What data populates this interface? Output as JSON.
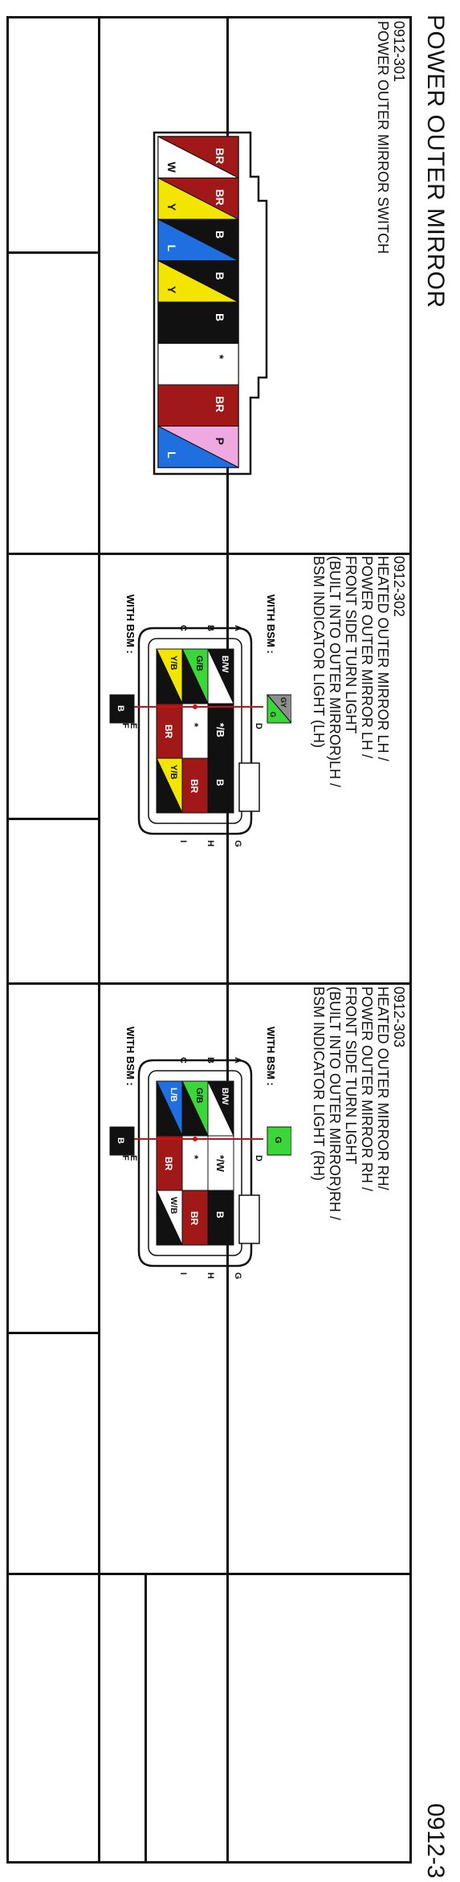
{
  "title": "POWER OUTER MIRROR",
  "page_number": "0912-3",
  "connectors": [
    {
      "code": "0912-301",
      "lines": [
        "POWER OUTER MIRROR SWITCH"
      ],
      "pins": [
        {
          "top": "BR",
          "bottom": "W"
        },
        {
          "top": "BR",
          "bottom": "Y"
        },
        {
          "top": "B",
          "bottom": "L"
        },
        {
          "top": "B",
          "bottom": "Y"
        },
        {
          "top": "B",
          "bottom": ""
        },
        {
          "top": "*",
          "bottom": ""
        },
        {
          "top": "BR",
          "bottom": ""
        },
        {
          "top": "P",
          "bottom": "L"
        }
      ]
    },
    {
      "code": "0912-302",
      "lines": [
        "HEATED OUTER MIRROR LH /",
        "POWER OUTER MIRROR LH /",
        "FRONT SIDE TURN LIGHT",
        "(BUILT INTO OUTER MIRROR)LH /",
        "BSM INDICATOR LIGHT (LH)"
      ],
      "with_bsm": "WITH BSM :",
      "bsm_top_wire": "GY",
      "bsm_top_wire2": "G",
      "bsm_bottom_wire": "B",
      "pin_letters": [
        "A",
        "B",
        "C",
        "D",
        "E",
        "F",
        "G",
        "H",
        "I"
      ],
      "grid": [
        [
          "B/W",
          "*/B",
          "B"
        ],
        [
          "G/B",
          "*",
          "BR"
        ],
        [
          "Y/B",
          "BR",
          "Y/B"
        ]
      ]
    },
    {
      "code": "0912-303",
      "lines": [
        "HEATED OUTER MIRROR RH/",
        "POWER OUTER MIRROR RH /",
        "FRONT SIDE TURN LIGHT",
        "(BUILT INTO OUTER MIRROR)RH /",
        "BSM INDICATOR LIGHT (RH)"
      ],
      "with_bsm": "WITH BSM :",
      "bsm_top_wire": "G",
      "bsm_bottom_wire": "B",
      "pin_letters": [
        "A",
        "B",
        "C",
        "D",
        "E",
        "F",
        "G",
        "H",
        "I"
      ],
      "grid": [
        [
          "B/W",
          "*/W",
          "B"
        ],
        [
          "G/B",
          "*",
          "BR"
        ],
        [
          "L/B",
          "BR",
          "W/B"
        ]
      ]
    }
  ],
  "colors": {
    "BR": "#a01818",
    "Y": "#f2e600",
    "B": "#111111",
    "L": "#1f6fe0",
    "P": "#f0a8e0",
    "G": "#3ad63a",
    "GY": "#8e8e8e",
    "W": "#ffffff",
    "wire": "#d01010"
  }
}
